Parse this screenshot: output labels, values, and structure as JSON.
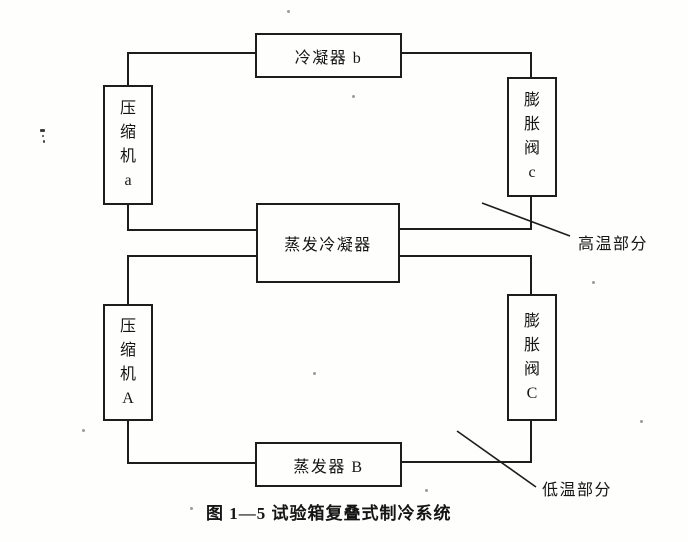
{
  "diagram": {
    "caption": "图 1—5 试验箱复叠式制冷系统",
    "boxes": {
      "condenser_b": "冷凝器 b",
      "compressor_a": "压缩机a",
      "expansion_valve_c": "膨胀阀c",
      "evaporative_condenser": "蒸发冷凝器",
      "compressor_A": "压缩机A",
      "expansion_valve_C": "膨胀阀C",
      "evaporator_B": "蒸发器 B"
    },
    "callouts": {
      "high_temp": "高温部分",
      "low_temp": "低温部分"
    },
    "colors": {
      "line": "#1d1d1d",
      "background": "#fefefd"
    }
  }
}
